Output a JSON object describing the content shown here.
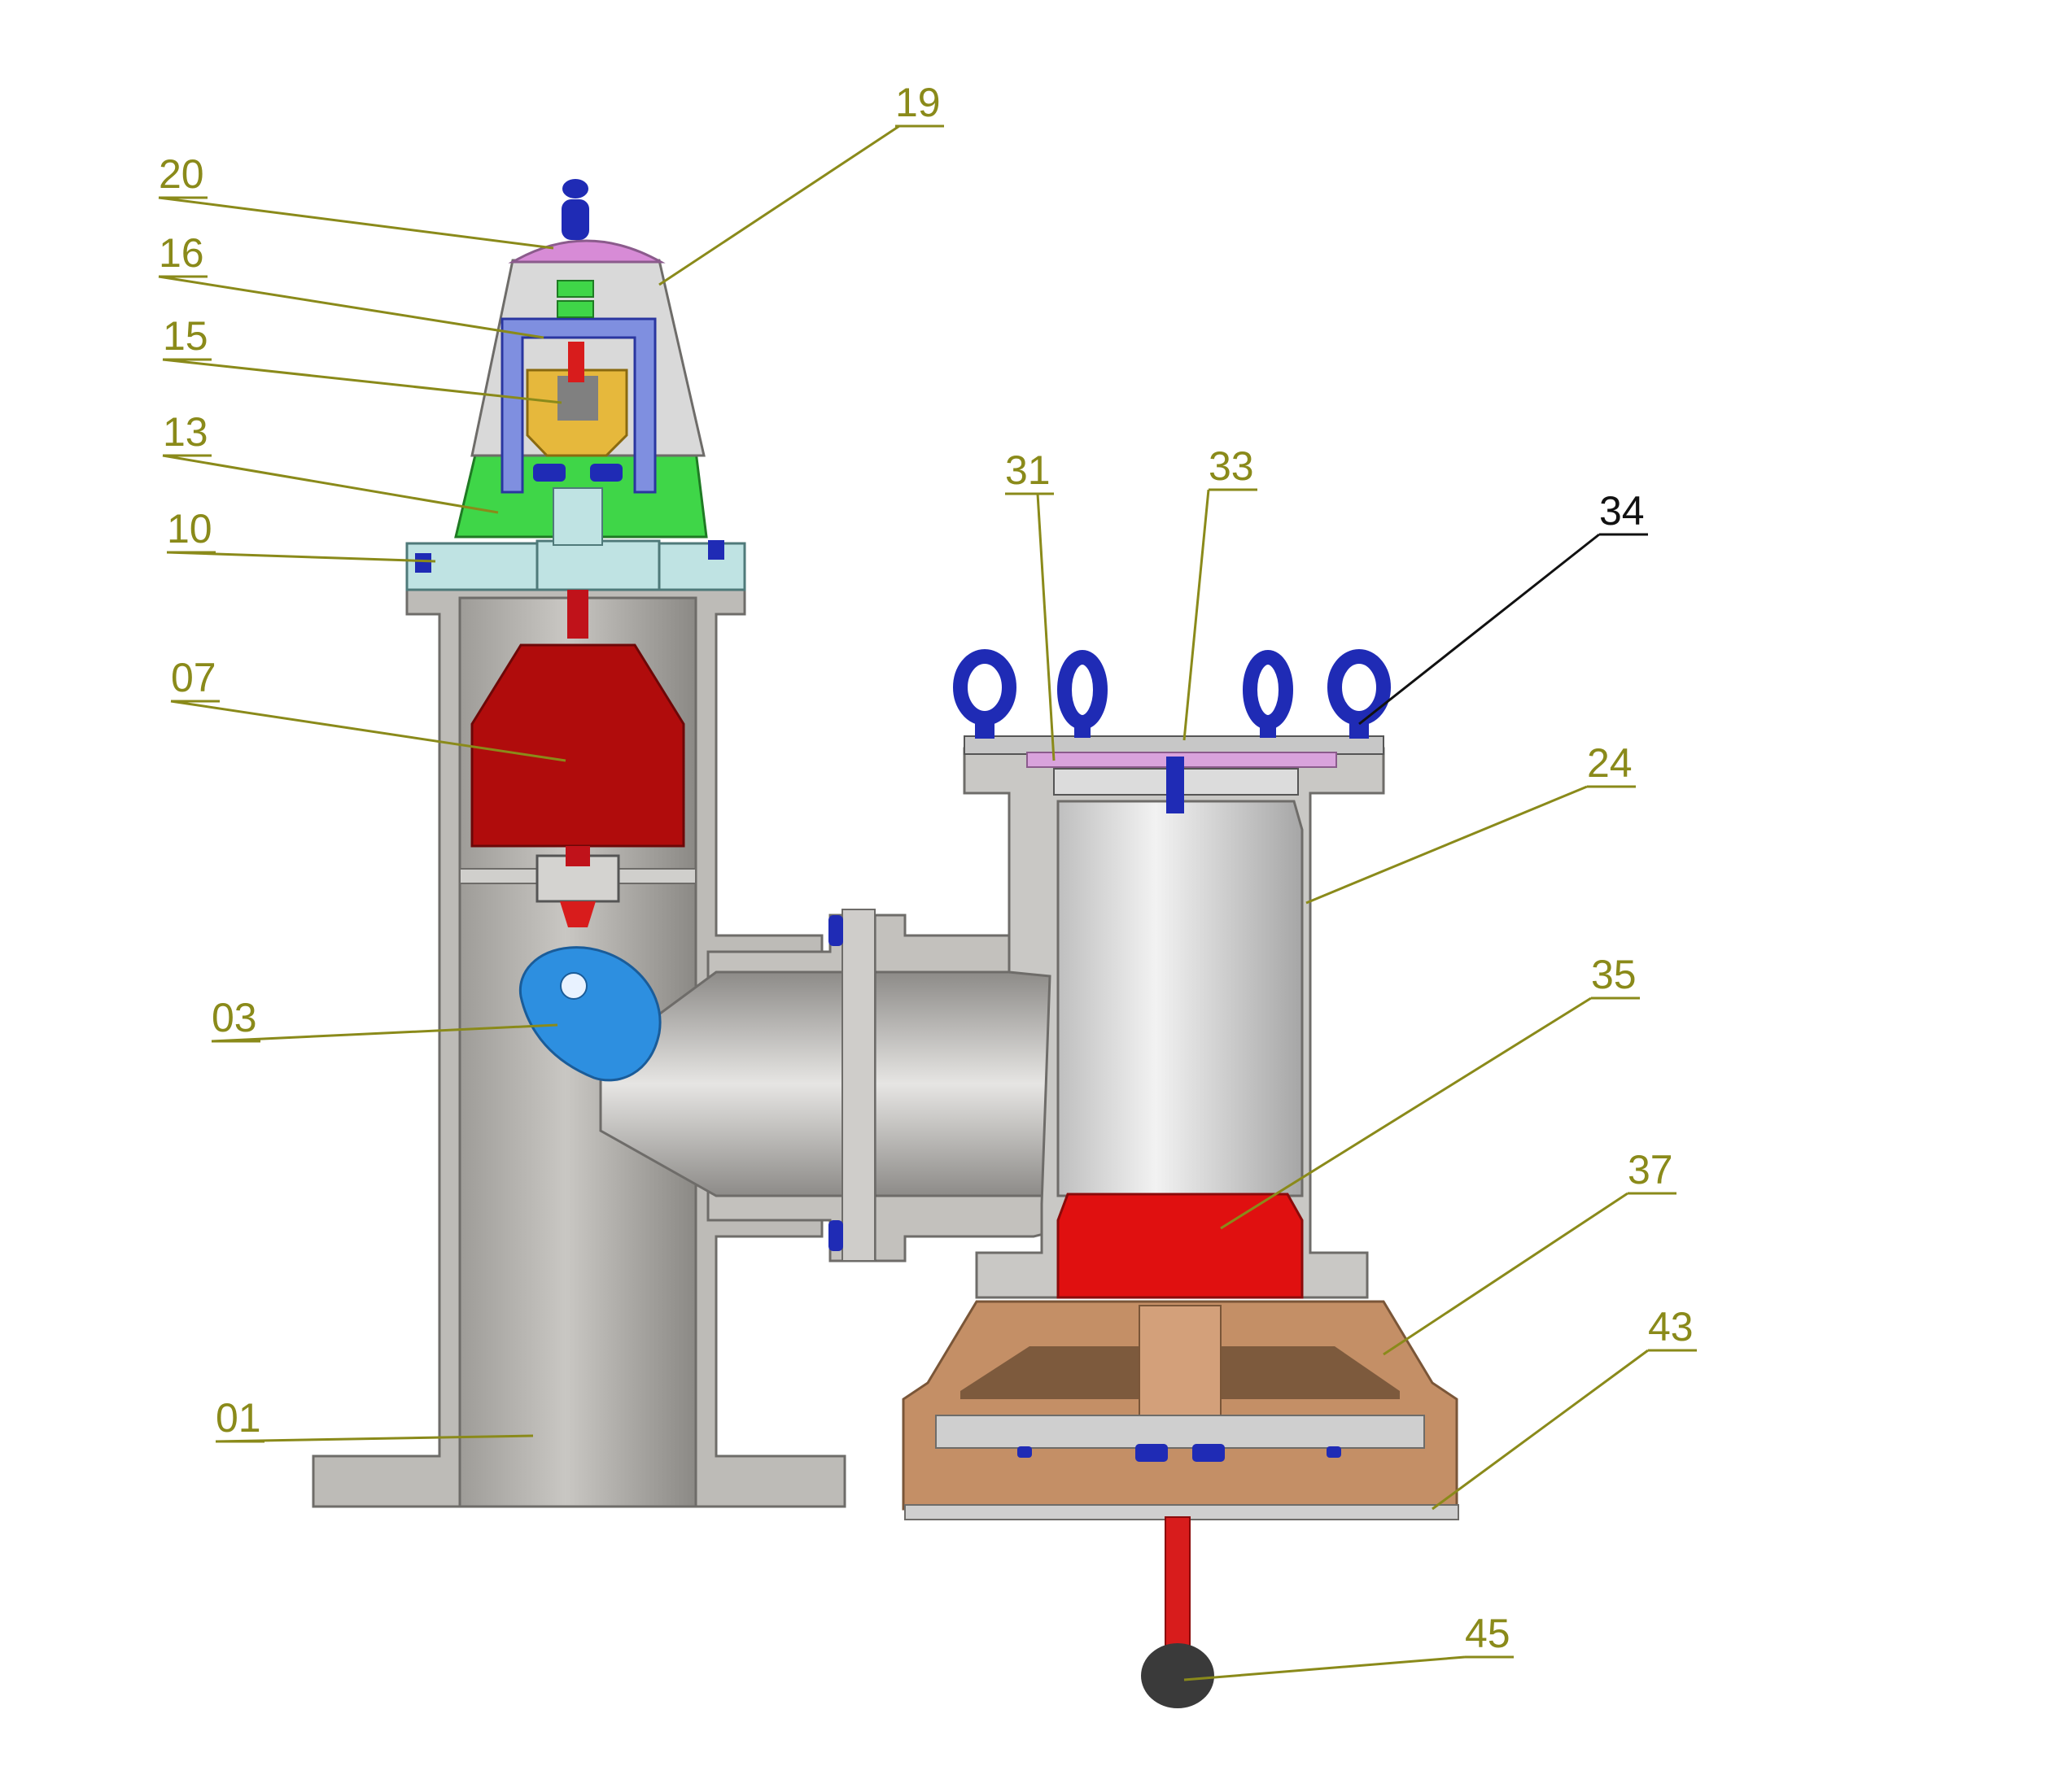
{
  "colors": {
    "leader": "#8a8a1a",
    "leader_black": "#111111",
    "label_olive": "#8a8a1a",
    "label_black": "#111111",
    "body_grey": "#b9b7b3",
    "body_dark": "#8f8d89",
    "flange_light": "#d8d8d8",
    "red": "#b00c0c",
    "red_bright": "#e21010",
    "green": "#3fd648",
    "blue": "#6f7fd6",
    "dark_blue": "#1f2bb5",
    "lilac": "#d78bd6",
    "gold": "#e6b83c",
    "light_cyan": "#bfe3e3",
    "cam_blue": "#2d8fe0",
    "brown": "#c48f66",
    "brown_dark": "#9e6f4a",
    "ball": "#3a3a3a"
  },
  "callouts": [
    {
      "id": "19",
      "text": "19",
      "color": "olive"
    },
    {
      "id": "20",
      "text": "20",
      "color": "olive"
    },
    {
      "id": "16",
      "text": "16",
      "color": "olive"
    },
    {
      "id": "15",
      "text": "15",
      "color": "olive"
    },
    {
      "id": "13",
      "text": "13",
      "color": "olive"
    },
    {
      "id": "10",
      "text": "10",
      "color": "olive"
    },
    {
      "id": "07",
      "text": "07",
      "color": "olive"
    },
    {
      "id": "03",
      "text": "03",
      "color": "olive"
    },
    {
      "id": "01",
      "text": "01",
      "color": "olive"
    },
    {
      "id": "31",
      "text": "31",
      "color": "olive"
    },
    {
      "id": "33",
      "text": "33",
      "color": "olive"
    },
    {
      "id": "34",
      "text": "34",
      "color": "black"
    },
    {
      "id": "24",
      "text": "24",
      "color": "olive"
    },
    {
      "id": "35",
      "text": "35",
      "color": "olive"
    },
    {
      "id": "37",
      "text": "37",
      "color": "olive"
    },
    {
      "id": "43",
      "text": "43",
      "color": "olive"
    },
    {
      "id": "45",
      "text": "45",
      "color": "olive"
    }
  ]
}
